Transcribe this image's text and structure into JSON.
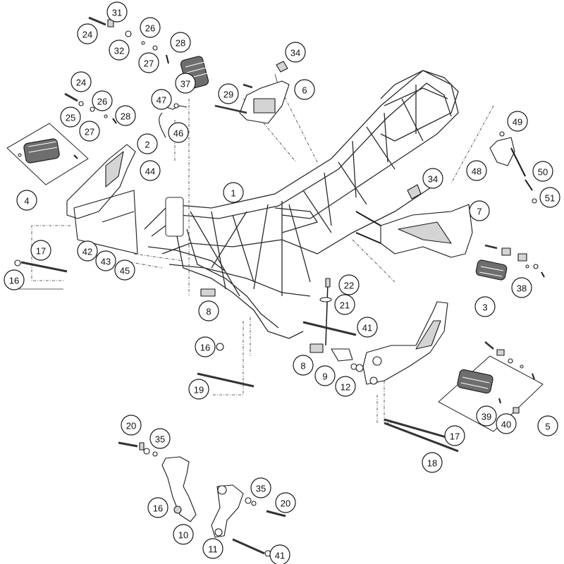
{
  "diagram": {
    "callouts": [
      "31",
      "24",
      "26",
      "32",
      "27",
      "28",
      "34",
      "37",
      "24",
      "29",
      "6",
      "25",
      "26",
      "28",
      "47",
      "27",
      "46",
      "49",
      "4",
      "2",
      "44",
      "48",
      "34",
      "50",
      "51",
      "1",
      "7",
      "17",
      "16",
      "42",
      "43",
      "45",
      "38",
      "22",
      "21",
      "3",
      "8",
      "41",
      "16",
      "8",
      "9",
      "12",
      "19",
      "39",
      "40",
      "5",
      "20",
      "35",
      "17",
      "18",
      "16",
      "10",
      "35",
      "20",
      "11",
      "41"
    ]
  }
}
